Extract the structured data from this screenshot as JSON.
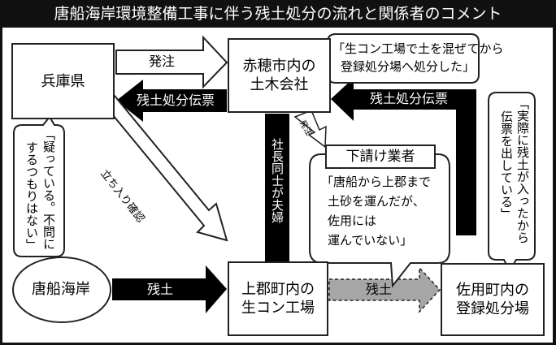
{
  "title": "唐船海岸環境整備工事に伴う残土処分の流れと関係者のコメント",
  "nodes": {
    "hyogo": "兵庫県",
    "ako_line1": "赤穂市内の",
    "ako_line2": "土木会社",
    "karafune": "唐船海岸",
    "kamigori_line1": "上郡町内の",
    "kamigori_line2": "生コン工場",
    "sayo_line1": "佐用町内の",
    "sayo_line2": "登録処分場",
    "subcontractor": "下請け業者"
  },
  "arrows": {
    "order_hyogo_to_ako": "発注",
    "slip_ako_to_hyogo": "残土処分伝票",
    "slip_sayo_to_ako": "残土処分伝票",
    "inspection": "立ち入り確認",
    "president_couple": "社長同士が夫婦",
    "order_ako_to_sub": "発注",
    "soil_karafune_to_kamigori": "残土",
    "soil_kamigori_to_sayo": "残土"
  },
  "comments": {
    "ako": {
      "line1": "「生コン工場で土を混ぜてから",
      "line2": "登録処分場へ処分した」"
    },
    "hyogo": {
      "col1": "「疑っている。不問に",
      "col2": "するつもりはない」"
    },
    "sayo": {
      "col1": "「実際に残土が入ったから",
      "col2": "伝票を出している」"
    },
    "subcontractor": {
      "line1": "「唐船から上郡まで",
      "line2": "土砂を運んだが、",
      "line3": "佐用には",
      "line4": "運んでいない」"
    }
  },
  "colors": {
    "frame": "#111111",
    "arrow_black": "#000000",
    "arrow_gray": "#a6a6a6",
    "background": "#ffffff"
  }
}
